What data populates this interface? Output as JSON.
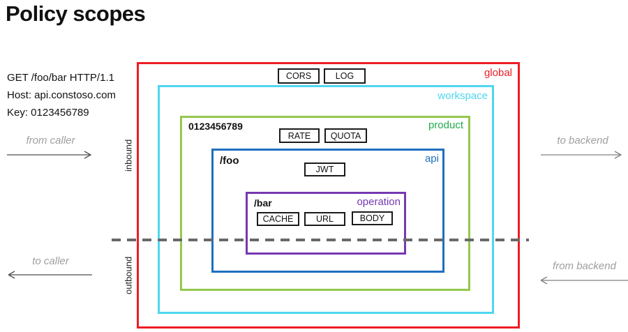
{
  "title": "Policy scopes",
  "request": {
    "line1": "GET /foo/bar HTTP/1.1",
    "line2": "Host: api.constoso.com",
    "line3": "Key: 0123456789"
  },
  "flow": {
    "from_caller": "from caller",
    "to_caller": "to caller",
    "to_backend": "to backend",
    "from_backend": "from backend",
    "inbound": "inbound",
    "outbound": "outbound"
  },
  "scopes": {
    "global": {
      "label": "global",
      "color": "#ee1c24",
      "policies": [
        "CORS",
        "LOG"
      ]
    },
    "workspace": {
      "label": "workspace",
      "color": "#4dd7f0",
      "policies": []
    },
    "product": {
      "label": "product",
      "color": "#94c84d",
      "label_color": "#22ac4d",
      "sublabel": "0123456789",
      "policies": [
        "RATE",
        "QUOTA"
      ]
    },
    "api": {
      "label": "api",
      "color": "#1e6fbe",
      "sublabel": "/foo",
      "policies": [
        "JWT"
      ]
    },
    "operation": {
      "label": "operation",
      "color": "#7638b0",
      "sublabel": "/bar",
      "policies": [
        "CACHE",
        "URL",
        "BODY"
      ]
    }
  },
  "colors": {
    "flow_text_gray": "#9e9e9e",
    "arrow_gray": "#6b6b6b",
    "dashed_line_gray": "#696969",
    "chip_border_black": "#1a1a1a"
  }
}
